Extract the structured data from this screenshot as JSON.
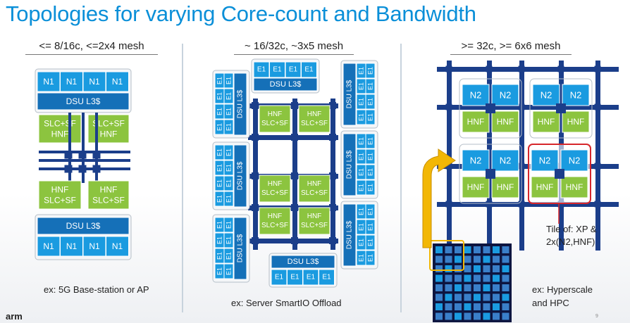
{
  "title": "Topologies for varying Core-count and Bandwidth",
  "columns": [
    {
      "heading": "<= 8/16c, <=2x4 mesh",
      "caption": "ex: 5G Base-station or AP"
    },
    {
      "heading": "~ 16/32c, ~3x5 mesh",
      "caption": "ex: Server SmartIO Offload"
    },
    {
      "heading": ">= 32c, >= 6x6 mesh",
      "caption_lines": [
        "ex: Hyperscale",
        "and HPC"
      ]
    }
  ],
  "tile_note": [
    "Tile of: XP &",
    "2x(N2,HNF)"
  ],
  "labels": {
    "n1": "N1",
    "n2": "N2",
    "e1": "E1",
    "dsu": "DSU L3$",
    "slcsf": "SLC+SF",
    "hnf": "HNF"
  },
  "logo": "arm",
  "page_number": "9",
  "colors": {
    "accent_blue": "#0a8fd8",
    "core_blue": "#1a9be0",
    "dsu_blue": "#1570b8",
    "green": "#8cc43f",
    "mesh_navy": "#1b3e8a",
    "highlight_red": "#d6262b",
    "arrow_yellow": "#f2b705"
  }
}
